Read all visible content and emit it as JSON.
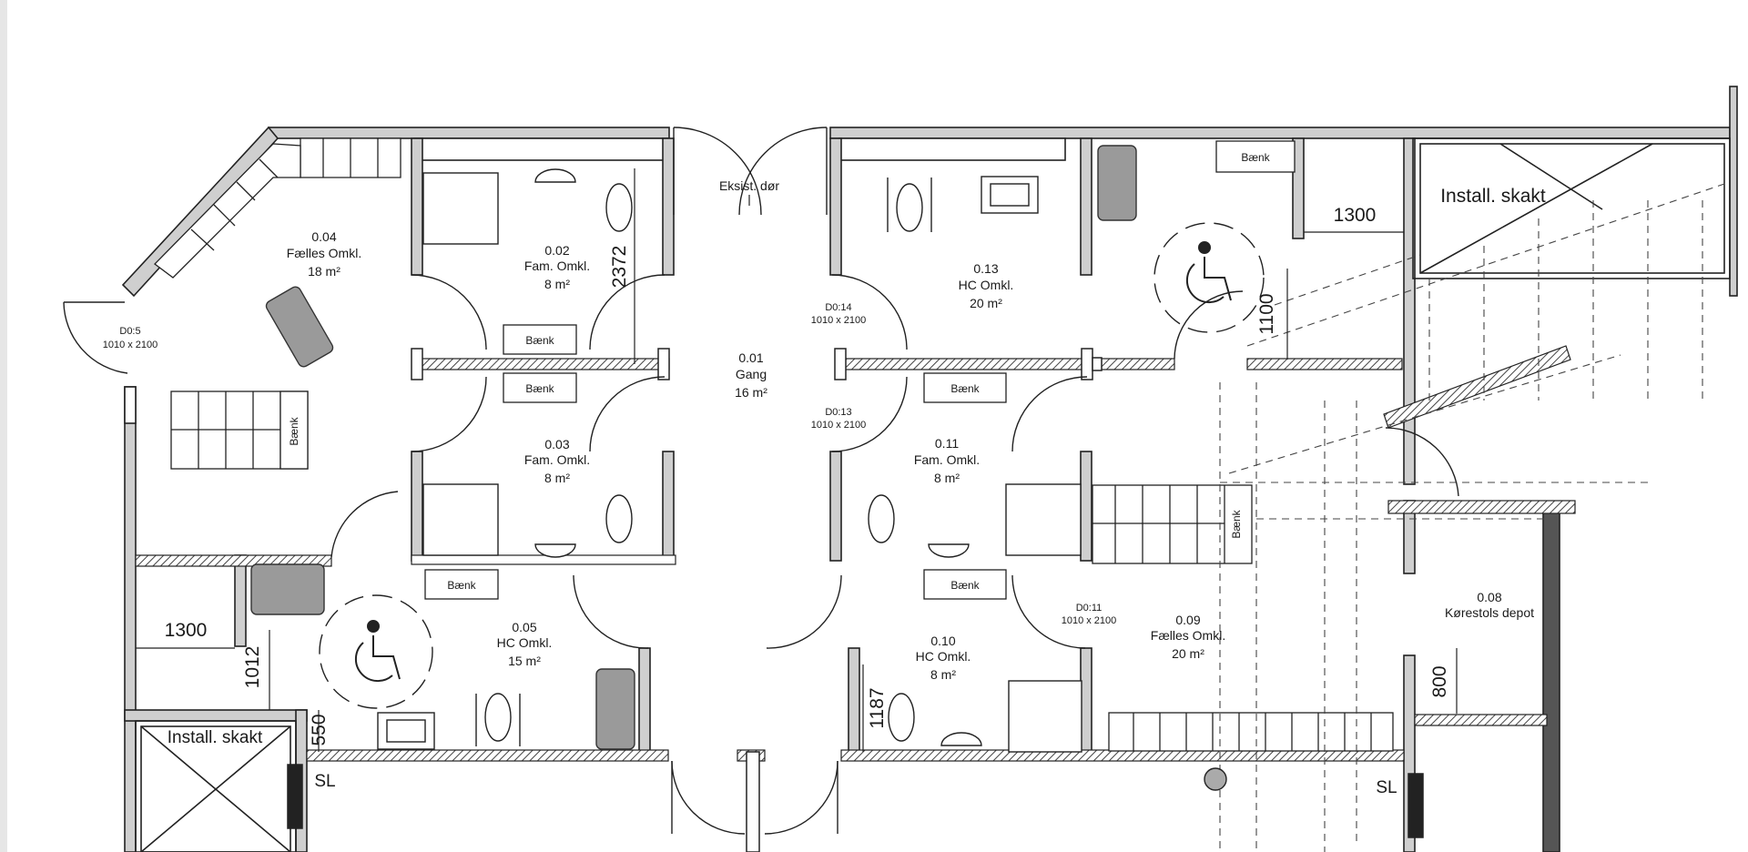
{
  "rooms": [
    {
      "id": "0.04",
      "name": "Fælles Omkl.",
      "area": "18 m²"
    },
    {
      "id": "0.02",
      "name": "Fam. Omkl.",
      "area": "8 m²"
    },
    {
      "id": "0.03",
      "name": "Fam. Omkl.",
      "area": "8 m²"
    },
    {
      "id": "0.01",
      "name": "Gang",
      "area": "16 m²"
    },
    {
      "id": "0.13",
      "name": "HC Omkl.",
      "area": "20 m²"
    },
    {
      "id": "0.11",
      "name": "Fam. Omkl.",
      "area": "8 m²"
    },
    {
      "id": "0.05",
      "name": "HC Omkl.",
      "area": "15 m²"
    },
    {
      "id": "0.10",
      "name": "HC Omkl.",
      "area": "8 m²"
    },
    {
      "id": "0.09",
      "name": "Fælles Omkl.",
      "area": "20 m²"
    },
    {
      "id": "0.08",
      "name": "Kørestols depot"
    }
  ],
  "doors": [
    {
      "id": "D0:5",
      "size": "1010 x 2100"
    },
    {
      "id": "D0:14",
      "size": "1010 x 2100"
    },
    {
      "id": "D0:13",
      "size": "1010 x 2100"
    },
    {
      "id": "D0:11",
      "size": "1010 x 2100"
    }
  ],
  "labels": {
    "existing_door": "Eksist. dør",
    "bench": "Bænk",
    "shaft": "Install. skakt",
    "sl": "SL"
  },
  "dimensions": [
    "2372",
    "1300",
    "1100",
    "1300",
    "1012",
    "550",
    "1187",
    "800"
  ]
}
